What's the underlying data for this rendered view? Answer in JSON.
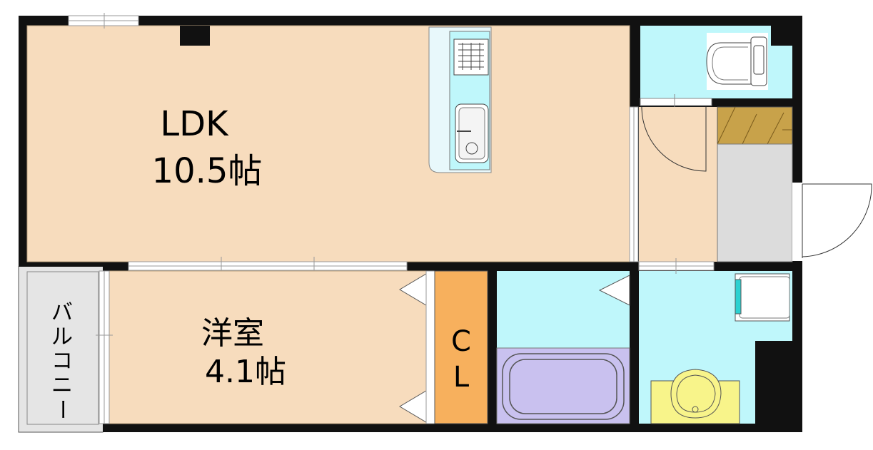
{
  "rooms": {
    "ldk": {
      "name": "LDK",
      "size": "10.5帖"
    },
    "western": {
      "name": "洋室",
      "size": "4.1帖"
    },
    "closet": {
      "line1": "C",
      "line2": "L"
    },
    "balcony": {
      "chars": [
        "バ",
        "ル",
        "コ",
        "ニ",
        "ー"
      ]
    }
  },
  "colors": {
    "wall": "#111111",
    "ldk_floor": "#f7dcbd",
    "western_floor": "#f7dcbd",
    "entry_floor": "#f7dcbd",
    "wet_area": "#bff7fb",
    "closet": "#f7b05d",
    "bathtub": "#c9c1ef",
    "balcony": "#e5e5e5",
    "shoe_box": "#c8a24a",
    "storage": "#dcdcdc",
    "vanity": "#f8f48a"
  }
}
